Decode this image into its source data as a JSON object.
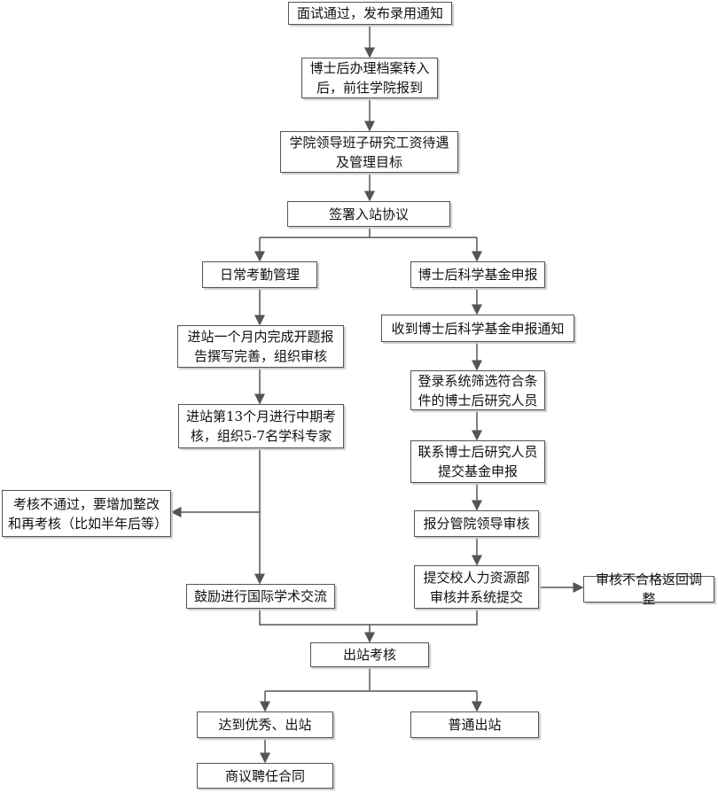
{
  "nodes": {
    "offer": "面试通过，发布录用通知",
    "report": "博士后办理档案转入后，前往学院报到",
    "leadership": "学院领导班子研究工资待遇及管理目标",
    "agreement": "签署入站协议",
    "attendance": "日常考勤管理",
    "fund_apply": "博士后科学基金申报",
    "opening": "进站一个月内完成开题报告撰写完善，组织审核",
    "fund_notice": "收到博士后科学基金申报通知",
    "screen": "登录系统筛选符合条件的博士后研究人员",
    "midterm": "进站第13个月进行中期考核，组织5-7名学科专家",
    "contact": "联系博士后研究人员提交基金申报",
    "fail": "考核不通过，要增加整改和再考核（比如半年后等）",
    "leader_review": "报分管院领导审核",
    "international": "鼓励进行国际学术交流",
    "hr_submit": "提交校人力资源部审核并系统提交",
    "reject": "审核不合格返回调整",
    "exit_review": "出站考核",
    "excellent": "达到优秀、出站",
    "normal_exit": "普通出站",
    "contract": "商议聘任合同"
  }
}
